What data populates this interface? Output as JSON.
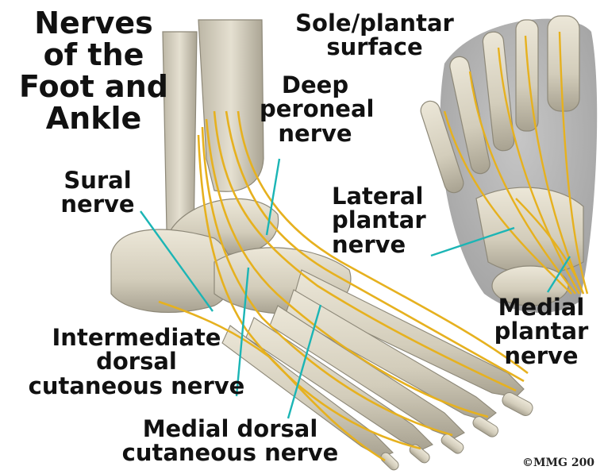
{
  "title": [
    "Nerves",
    "of the",
    "Foot and",
    "Ankle"
  ],
  "labels": {
    "sole_surface": [
      "Sole/plantar",
      "surface"
    ],
    "deep_peroneal": [
      "Deep",
      "peroneal",
      "nerve"
    ],
    "sural": [
      "Sural",
      "nerve"
    ],
    "lateral_plantar": [
      "Lateral",
      "plantar",
      "nerve"
    ],
    "intermediate_dorsal": [
      "Intermediate",
      "dorsal",
      "cutaneous nerve"
    ],
    "medial_dorsal": [
      "Medial dorsal",
      "cutaneous nerve"
    ],
    "medial_plantar": [
      "Medial",
      "plantar",
      "nerve"
    ]
  },
  "copyright": "©MMG 200",
  "colors": {
    "nerve": "#e6b11f",
    "leader": "#1bb5b5",
    "bone": "#d9d3c2",
    "bone_shadow": "#9e9886",
    "sole_bg": "#a9a9a9"
  }
}
